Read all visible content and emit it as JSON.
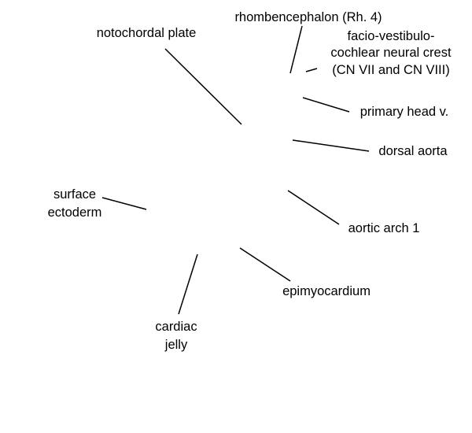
{
  "labels": {
    "rhombencephalon": "rhombencephalon (Rh. 4)",
    "notochordal_plate": "notochordal plate",
    "neural_crest_line1": "facio-vestibulo-",
    "neural_crest_line2": "cochlear neural crest",
    "neural_crest_line3": "(CN VII and CN VIII)",
    "primary_head_vein": "primary head v.",
    "dorsal_aorta": "dorsal aorta",
    "surface_ectoderm_line1": "surface",
    "surface_ectoderm_line2": "ectoderm",
    "aortic_arch": "aortic arch 1",
    "epimyocardium": "epimyocardium",
    "cardiac_jelly_line1": "cardiac",
    "cardiac_jelly_line2": "jelly"
  },
  "colors": {
    "text": "#000000",
    "line": "#000000",
    "background": "#ffffff"
  }
}
